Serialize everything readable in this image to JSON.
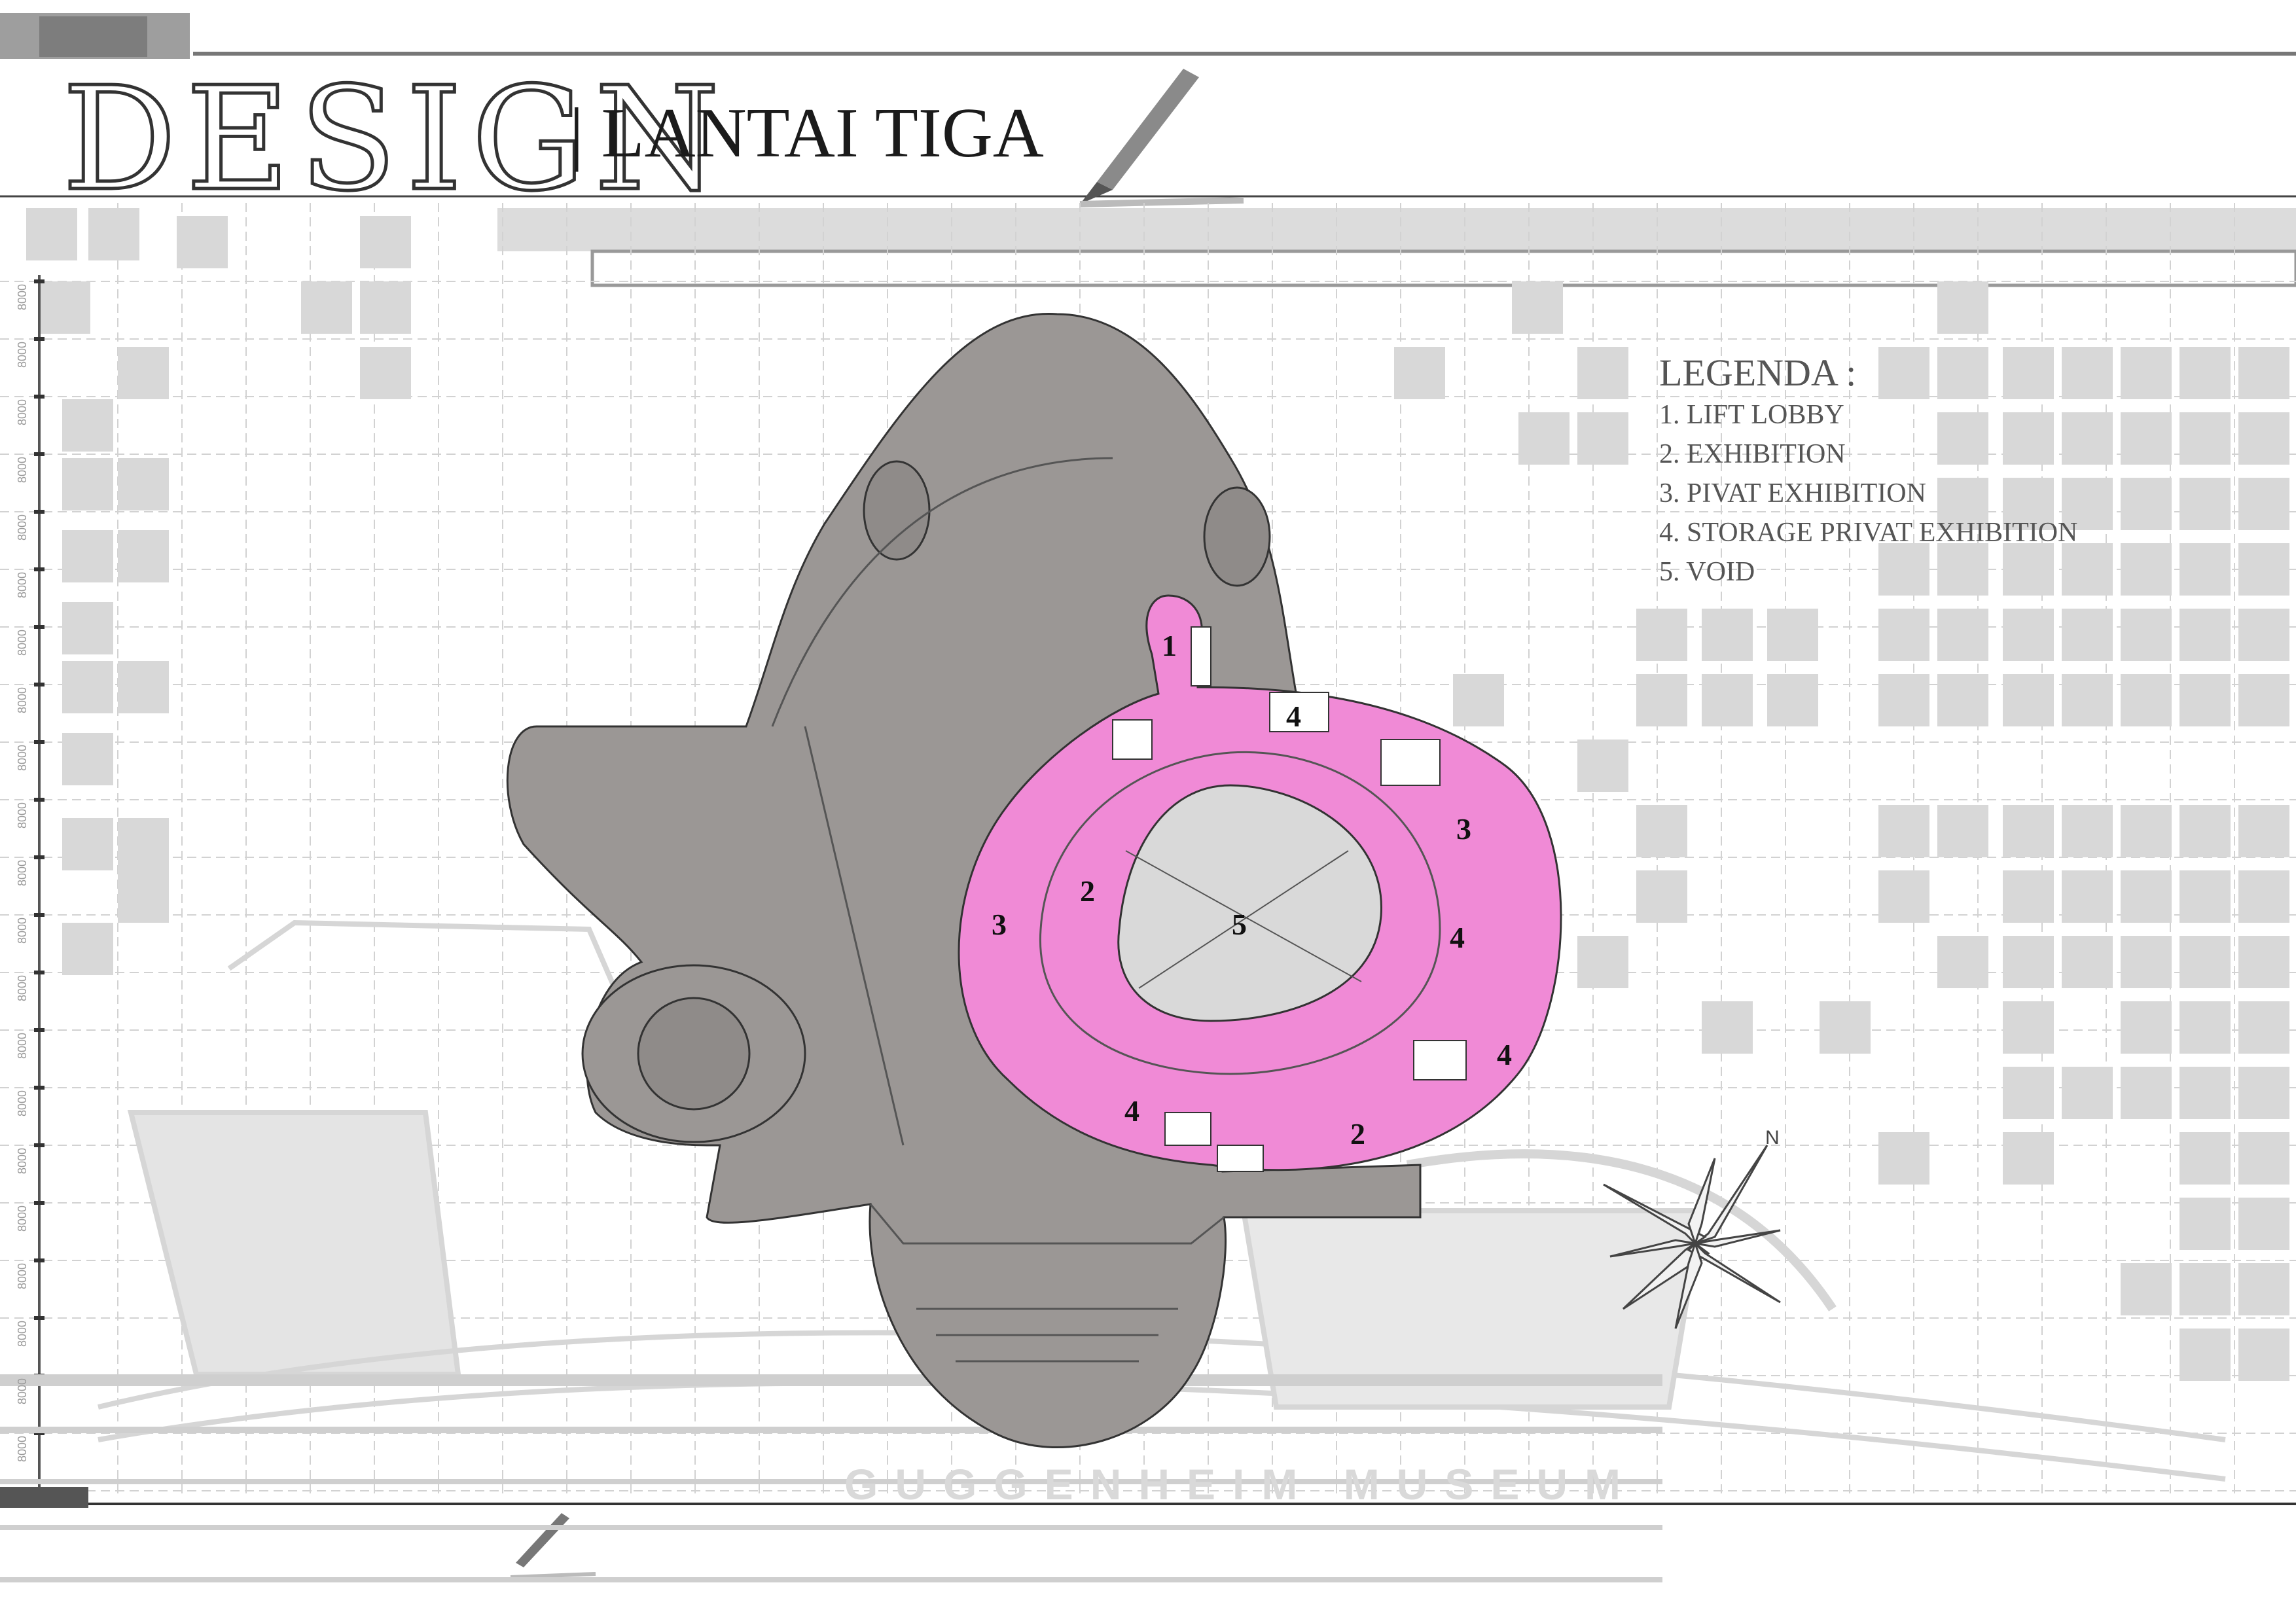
{
  "header": {
    "title": "DESIGN",
    "subtitle": "| LANTAI TIGA"
  },
  "legend": {
    "title": "LEGENDA :",
    "items": [
      "1. LIFT LOBBY",
      "2. EXHIBITION",
      "3. PIVAT EXHIBITION",
      "4. STORAGE PRIVAT EXHIBITION",
      "5. VOID"
    ]
  },
  "plan": {
    "labels": [
      "1",
      "2",
      "3",
      "4",
      "5"
    ]
  },
  "background_text": {
    "museum": "GUGGENHEIM MUSEUM"
  },
  "compass": {
    "north": "N"
  },
  "dimension": {
    "value": "8000"
  },
  "colors": {
    "pink": "#f08ad6",
    "building_gray": "#9b9795",
    "void_gray": "#d9d9d9",
    "tile_gray": "#d8d8d8"
  }
}
